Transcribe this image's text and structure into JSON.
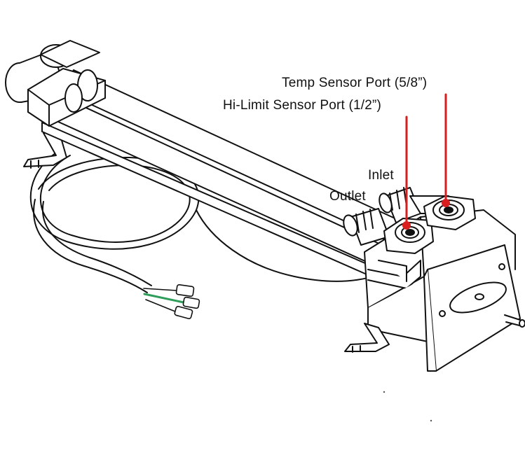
{
  "labels": {
    "temp_sensor_port": "Temp Sensor Port (5/8”)",
    "hi_limit_sensor_port": "Hi-Limit Sensor Port (1/2”)",
    "inlet": "Inlet",
    "outlet": "Outlet"
  },
  "colors": {
    "line": "#111111",
    "leader": "#d81e1e",
    "fill": "#ffffff",
    "wire_green": "#2e9d5a"
  }
}
